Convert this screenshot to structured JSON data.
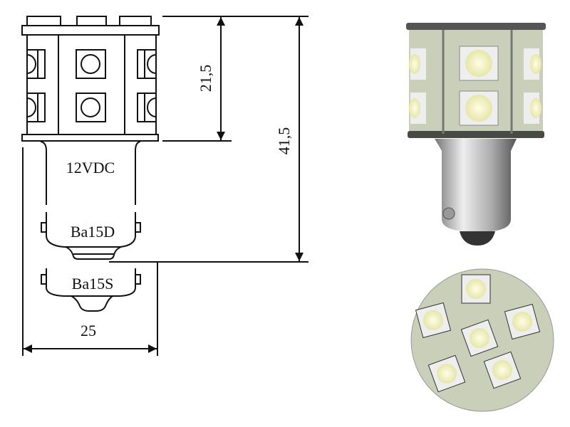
{
  "drawing": {
    "voltage_label": "12VDC",
    "base_double_label": "Ba15D",
    "base_single_label": "Ba15S",
    "dim_head_height": "21,5",
    "dim_total_height": "41,5",
    "dim_width": "25"
  },
  "colors": {
    "line": "#111111",
    "pcb": "#c9cfb8",
    "led": "#f2f3c8",
    "metal": "#b8b8b0"
  }
}
